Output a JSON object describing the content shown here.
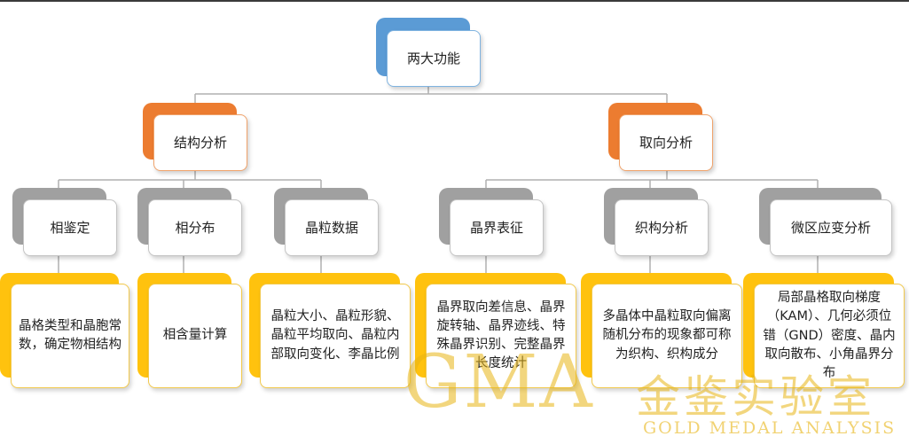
{
  "root": {
    "label": "两大功能"
  },
  "branches": [
    {
      "label": "结构分析",
      "children": [
        {
          "label": "相鉴定",
          "detail": "晶格类型和晶胞常数，确定物相结构"
        },
        {
          "label": "相分布",
          "detail": "相含量计算"
        },
        {
          "label": "晶粒数据",
          "detail": "晶粒大小、晶粒形貌、晶粒平均取向、晶粒内部取向变化、李晶比例"
        }
      ]
    },
    {
      "label": "取向分析",
      "children": [
        {
          "label": "晶界表征",
          "detail": "晶界取向差信息、晶界旋转轴、晶界迹线、特殊晶界识别、完整晶界长度统计"
        },
        {
          "label": "织构分析",
          "detail": "多晶体中晶粒取向偏离随机分布的现象都可称为织构、织构成分"
        },
        {
          "label": "微区应变分析",
          "detail": "局部晶格取向梯度（KAM）、几何必须位错（GND）密度、晶内取向散布、小角晶界分布"
        }
      ]
    }
  ],
  "watermark": {
    "text_big": "GMA",
    "text_cn": "金鉴实验室",
    "text_en": "GOLD MEDAL ANALYSIS"
  },
  "colors": {
    "root_tab": "#5b9bd5",
    "level1_tab": "#ec7c30",
    "level2_tab": "#a0a0a0",
    "level3_tab": "#ffc20e",
    "connector": "#b0b0b0"
  }
}
